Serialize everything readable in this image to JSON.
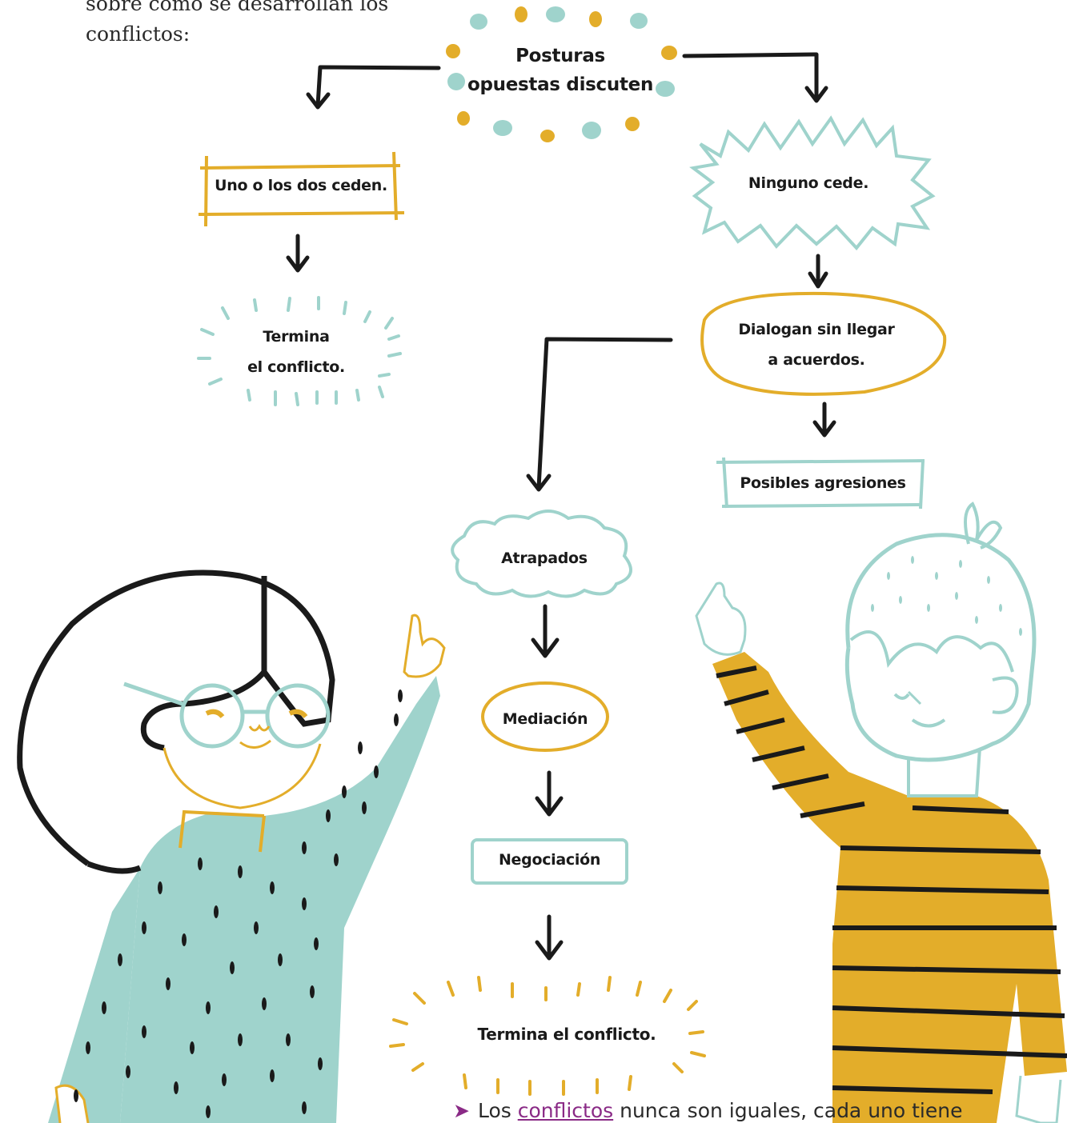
{
  "intro_text": "sobre cómo se desarrollan los\nconflictos:",
  "colors": {
    "teal": "#9fd3cc",
    "mustard": "#e3ad2a",
    "ink": "#1a1a1a",
    "purple": "#8a2a86"
  },
  "nodes": {
    "start": "Posturas\nopuestas discuten",
    "left_yield": "Uno o los dos ceden.",
    "left_end": "Termina\nel conflicto.",
    "right_none": "Ninguno cede.",
    "dialog": "Dialogan sin llegar\na acuerdos.",
    "aggression": "Posibles agresiones",
    "trapped": "Atrapados",
    "mediation": "Mediación",
    "negotiation": "Negociación",
    "final_end": "Termina el conflicto."
  },
  "footnote": {
    "marker": "➤",
    "pre": "Los ",
    "keyword": "conflictos",
    "post": " nunca son iguales, cada uno tiene"
  }
}
